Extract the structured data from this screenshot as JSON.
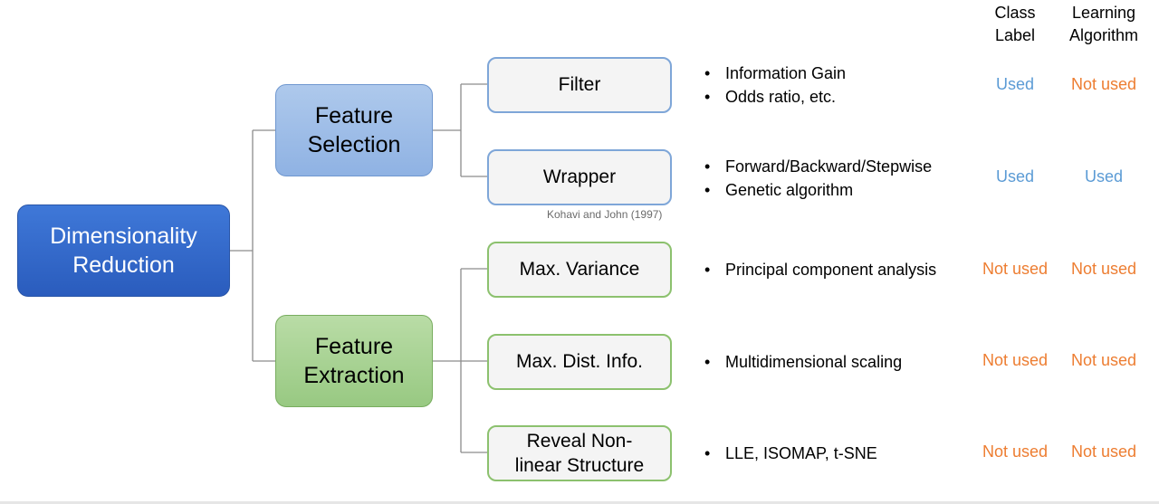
{
  "root": {
    "label": "Dimensionality\nReduction"
  },
  "categories": [
    {
      "label": "Feature\nSelection"
    },
    {
      "label": "Feature\nExtraction"
    }
  ],
  "methods": [
    {
      "label": "Filter",
      "bullets": [
        "Information Gain",
        "Odds ratio, etc."
      ],
      "class_label": "Used",
      "learning_algorithm": "Not used"
    },
    {
      "label": "Wrapper",
      "bullets": [
        "Forward/Backward/Stepwise",
        "Genetic algorithm"
      ],
      "class_label": "Used",
      "learning_algorithm": "Used"
    },
    {
      "label": "Max. Variance",
      "bullets": [
        "Principal component analysis"
      ],
      "class_label": "Not used",
      "learning_algorithm": "Not used"
    },
    {
      "label": "Max. Dist. Info.",
      "bullets": [
        "Multidimensional scaling"
      ],
      "class_label": "Not used",
      "learning_algorithm": "Not used"
    },
    {
      "label": "Reveal Non-\nlinear Structure",
      "bullets": [
        "LLE, ISOMAP, t-SNE"
      ],
      "class_label": "Not used",
      "learning_algorithm": "Not used"
    }
  ],
  "citation": "Kohavi and John (1997)",
  "headers": {
    "class_label": "Class\nLabel",
    "learning_algorithm": "Learning\nAlgorithm"
  },
  "colors": {
    "used": "#5b9bd5",
    "not_used": "#ed7d31",
    "connector": "#8c8c8c"
  }
}
